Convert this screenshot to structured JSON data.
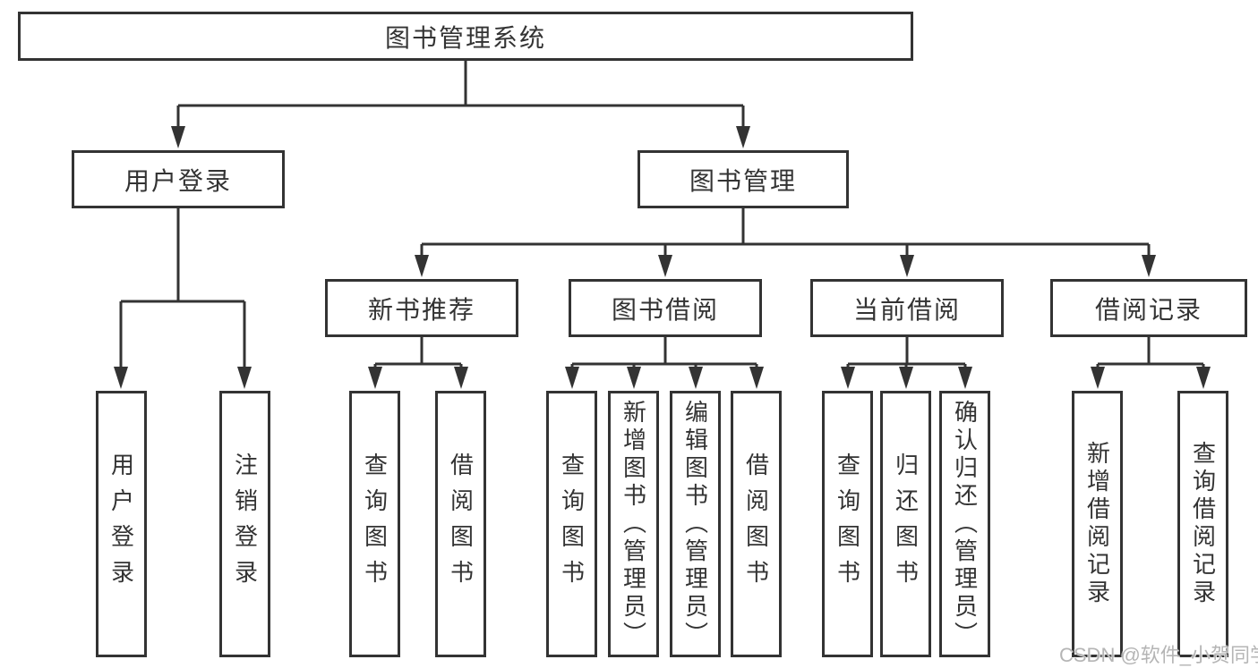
{
  "colors": {
    "line": "#333333",
    "text": "#333333",
    "background": "#ffffff",
    "watermark": "#b5b5b5"
  },
  "root": {
    "label": "图书管理系统"
  },
  "branches": [
    {
      "label": "用户登录",
      "leaves": [
        {
          "label": "用户登录"
        },
        {
          "label": "注销登录"
        }
      ]
    },
    {
      "label": "图书管理",
      "sections": [
        {
          "label": "新书推荐",
          "leaves": [
            {
              "label": "查询图书"
            },
            {
              "label": "借阅图书"
            }
          ]
        },
        {
          "label": "图书借阅",
          "leaves": [
            {
              "label": "查询图书"
            },
            {
              "label": "新增图书（管理员）"
            },
            {
              "label": "编辑图书（管理员）"
            },
            {
              "label": "借阅图书"
            }
          ]
        },
        {
          "label": "当前借阅",
          "leaves": [
            {
              "label": "查询图书"
            },
            {
              "label": "归还图书"
            },
            {
              "label": "确认归还（管理员）"
            }
          ]
        },
        {
          "label": "借阅记录",
          "leaves": [
            {
              "label": "新增借阅记录"
            },
            {
              "label": "查询借阅记录"
            }
          ]
        }
      ]
    }
  ],
  "watermark": {
    "text": "CSDN @软件_小贺同学"
  }
}
